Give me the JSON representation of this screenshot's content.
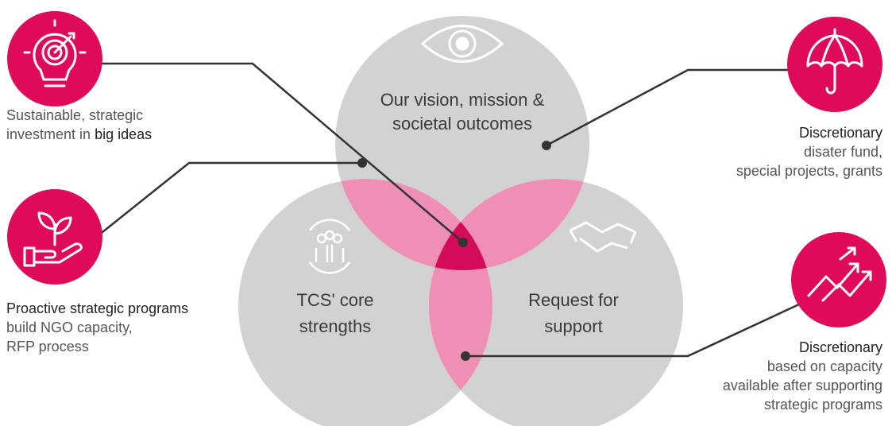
{
  "colors": {
    "accent": "#df0a5a",
    "circle": "#d0d0d0",
    "overlap": "#f08fb5",
    "center": "#d30b58",
    "connector": "#333333"
  },
  "circles": {
    "top": {
      "line1": "Our vision, mission &",
      "line2": "societal outcomes",
      "icon": "eye-icon"
    },
    "left": {
      "line1": "TCS' core",
      "line2": "strengths",
      "icon": "people-cycle-icon"
    },
    "right": {
      "line1": "Request for",
      "line2": "support",
      "icon": "handshake-icon"
    }
  },
  "callouts": {
    "big_ideas": {
      "icon": "target-bulb-icon",
      "text1": "Sustainable, strategic",
      "text2_prefix": "investment in ",
      "text2_emph": "big ideas"
    },
    "proactive": {
      "icon": "plant-hand-icon",
      "heading": "Proactive strategic programs",
      "line1": "build NGO capacity,",
      "line2": "RFP process"
    },
    "disaster": {
      "icon": "umbrella-icon",
      "heading": "Discretionary",
      "line1": "disater fund,",
      "line2": "special projects, grants"
    },
    "capacity": {
      "icon": "growth-arrows-icon",
      "heading": "Discretionary",
      "line1": "based on capacity",
      "line2": "available after supporting",
      "line3": "strategic programs"
    }
  }
}
